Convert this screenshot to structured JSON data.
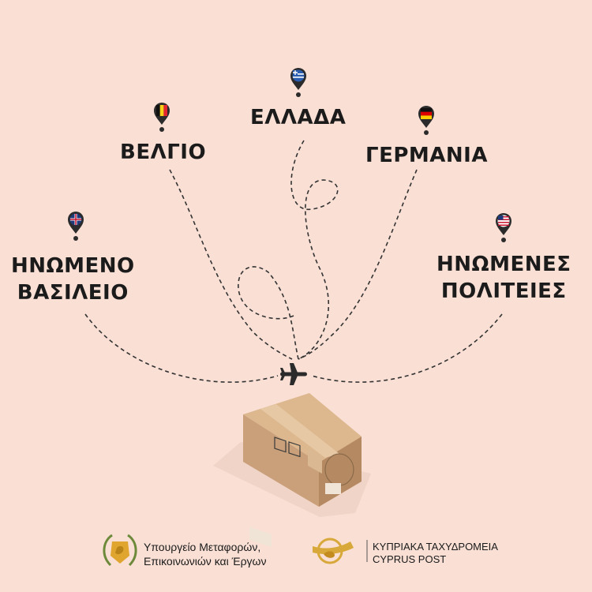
{
  "destinations": {
    "uk": {
      "line1": "ΗΝΩΜΕΝΟ",
      "line2": "ΒΑΣΙΛΕΙΟ",
      "flag_icon": "uk-flag-icon"
    },
    "belgium": {
      "line1": "ΒΕΛΓΙΟ",
      "flag_icon": "belgium-flag-icon"
    },
    "greece": {
      "line1": "ΕΛΛΑΔΑ",
      "flag_icon": "greece-flag-icon"
    },
    "germany": {
      "line1": "ΓΕΡΜΑΝΙΑ",
      "flag_icon": "germany-flag-icon"
    },
    "usa": {
      "line1": "ΗΝΩΜΕΝΕΣ",
      "line2": "ΠΟΛΙΤΕΙΕΣ",
      "flag_icon": "usa-flag-icon"
    }
  },
  "ministry": {
    "line1": "Υπουργείο Μεταφορών,",
    "line2": "Επικοινωνιών και Έργων",
    "logo_icon": "cyprus-emblem-icon"
  },
  "post": {
    "name_gr": "ΚΥΠΡΙΑΚΑ ΤΑΧΥΔΡΟΜΕΙΑ",
    "name_en": "CYPRUS POST",
    "logo_icon": "post-horn-icon"
  },
  "colors": {
    "background": "#f9dfd4",
    "text": "#1b1b1b",
    "box": "#c9a27a",
    "post_gold": "#d8a93a"
  }
}
